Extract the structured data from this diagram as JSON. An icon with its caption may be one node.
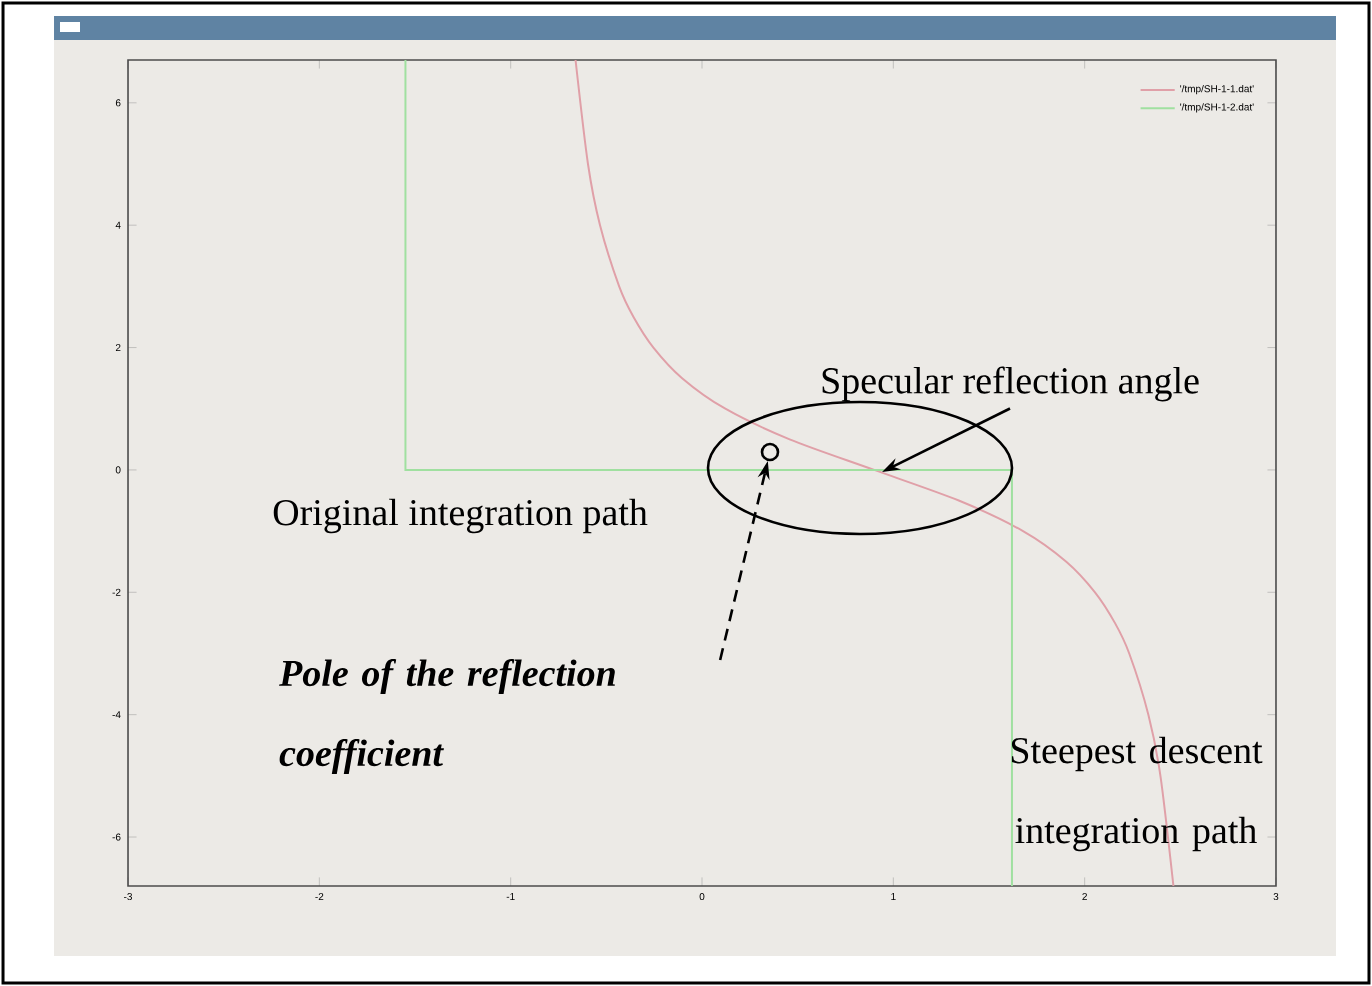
{
  "diagram": {
    "nodes": [
      {
        "text": [
          "Specular reflection angle"
        ]
      },
      {
        "text": [],
        "shape": "ellipse"
      },
      {
        "text": [],
        "shape": "circle",
        "in": 1
      },
      {
        "text": [
          "Pole of the reflection coefficient"
        ]
      }
    ],
    "edges": [
      {
        "from": 0,
        "to": null,
        "arrow": "to"
      },
      {
        "from": 3,
        "to": 2,
        "arrow": "to",
        "style": "dashed"
      }
    ],
    "labels": [
      "Original integration path",
      "Steepest descent integration path"
    ],
    "chart_data": {
      "type": "line",
      "legend": "upper right",
      "xlim": [
        -3,
        3
      ],
      "ylim": [
        -6.8,
        6.7
      ],
      "xticks": [
        -3,
        -2,
        -1,
        0,
        1,
        2,
        3
      ],
      "yticks": [
        -6,
        -4,
        -2,
        0,
        2,
        4,
        6
      ],
      "series": [
        {
          "name": "'/tmp/SH-1-1.dat'",
          "color": "#e0a0a8",
          "x": [
            -0.661,
            -0.596,
            -0.533,
            -0.433,
            -0.358,
            -0.254,
            -0.104,
            0.122,
            0.458,
            0.9,
            1.342,
            1.678,
            1.904,
            2.054,
            2.158,
            2.233,
            2.333,
            2.396,
            2.464
          ],
          "values": [
            6.7,
            5,
            4,
            3,
            2.5,
            2,
            1.5,
            1,
            0.5,
            0,
            -0.5,
            -1,
            -1.5,
            -2,
            -2.5,
            -3,
            -4,
            -5,
            -6.8
          ]
        },
        {
          "name": "'/tmp/SH-1-2.dat'",
          "color": "#a0e0a0",
          "x": [
            -1.55,
            -1.55,
            1.62,
            1.62
          ],
          "values": [
            6.7,
            0,
            0,
            -6.8
          ]
        }
      ]
    }
  }
}
